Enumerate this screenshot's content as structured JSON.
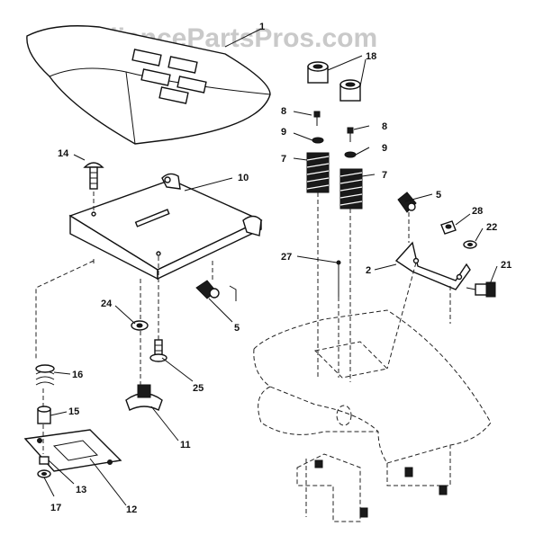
{
  "watermark": "AppliancePartsPros.com",
  "callouts": [
    {
      "id": "c1",
      "label": "1"
    },
    {
      "id": "c18",
      "label": "18"
    },
    {
      "id": "c8a",
      "label": "8"
    },
    {
      "id": "c8b",
      "label": "8"
    },
    {
      "id": "c9a",
      "label": "9"
    },
    {
      "id": "c9b",
      "label": "9"
    },
    {
      "id": "c7a",
      "label": "7"
    },
    {
      "id": "c7b",
      "label": "7"
    },
    {
      "id": "c14",
      "label": "14"
    },
    {
      "id": "c10",
      "label": "10"
    },
    {
      "id": "c5a",
      "label": "5"
    },
    {
      "id": "c28",
      "label": "28"
    },
    {
      "id": "c22",
      "label": "22"
    },
    {
      "id": "c27",
      "label": "27"
    },
    {
      "id": "c2",
      "label": "2"
    },
    {
      "id": "c21",
      "label": "21"
    },
    {
      "id": "c24",
      "label": "24"
    },
    {
      "id": "c5b",
      "label": "5"
    },
    {
      "id": "c16",
      "label": "16"
    },
    {
      "id": "c25",
      "label": "25"
    },
    {
      "id": "c15",
      "label": "15"
    },
    {
      "id": "c11",
      "label": "11"
    },
    {
      "id": "c13",
      "label": "13"
    },
    {
      "id": "c12",
      "label": "12"
    },
    {
      "id": "c17",
      "label": "17"
    }
  ]
}
